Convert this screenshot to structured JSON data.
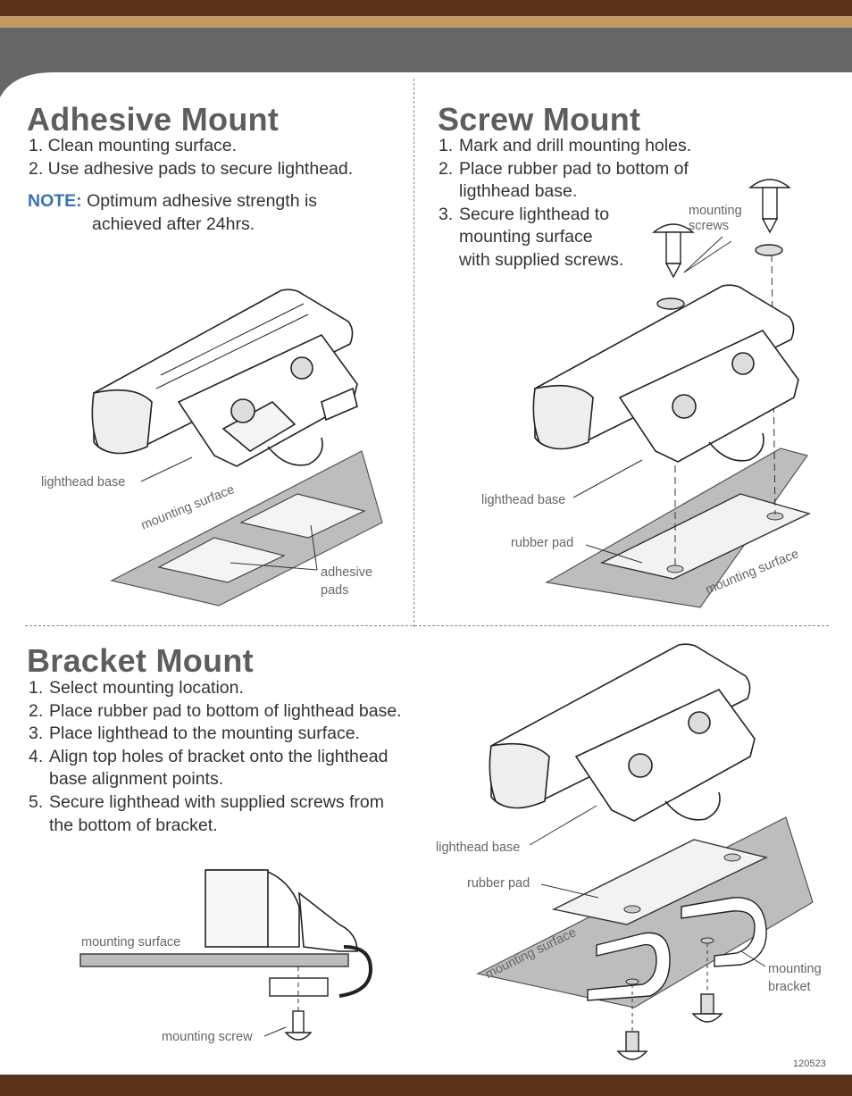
{
  "adhesive": {
    "title": "Adhesive Mount",
    "steps": [
      "1. Clean mounting surface.",
      "2. Use adhesive pads to secure lighthead."
    ],
    "note_label": "NOTE:",
    "note_text_line1": "Optimum adhesive strength is",
    "note_text_line2": "achieved after 24hrs.",
    "labels": {
      "lighthead_base": "lighthead base",
      "mounting_surface": "mounting surface",
      "adhesive_line1": "adhesive",
      "adhesive_line2": "pads"
    }
  },
  "screw": {
    "title": "Screw Mount",
    "step1": "Mark and drill mounting holes.",
    "step2_line1": "Place rubber pad to bottom of",
    "step2_line2": "ligthhead base.",
    "step3_line1": "Secure lighthead to",
    "step3_line2": "mounting surface",
    "step3_line3": "with supplied screws.",
    "labels": {
      "screws_line1": "mounting",
      "screws_line2": "screws",
      "lighthead_base": "lighthead base",
      "rubber_pad": "rubber pad",
      "mounting_surface": "mounting surface"
    }
  },
  "bracket": {
    "title": "Bracket Mount",
    "step1": "Select mounting location.",
    "step2": "Place rubber pad to bottom of lighthead base.",
    "step3": "Place lighthead to the mounting surface.",
    "step4_line1": "Align top holes of bracket onto the lighthead",
    "step4_line2": "base alignment points.",
    "step5_line1": "Secure lighthead with supplied screws from",
    "step5_line2": "the bottom of bracket.",
    "labels": {
      "side_mounting_surface": "mounting surface",
      "mounting_screw": "mounting screw",
      "lighthead_base": "lighthead base",
      "rubber_pad": "rubber pad",
      "mounting_surface": "mounting surface",
      "bracket_line1": "mounting",
      "bracket_line2": "bracket"
    }
  },
  "nums": {
    "n1": "1.",
    "n2": "2.",
    "n3": "3.",
    "n4": "4.",
    "n5": "5."
  },
  "doc_code": "120523",
  "colors": {
    "brown": "#5a3319",
    "tan": "#c49a63",
    "gray": "#666666",
    "note_blue": "#3a72b8",
    "surface": "#bdbdbd"
  }
}
